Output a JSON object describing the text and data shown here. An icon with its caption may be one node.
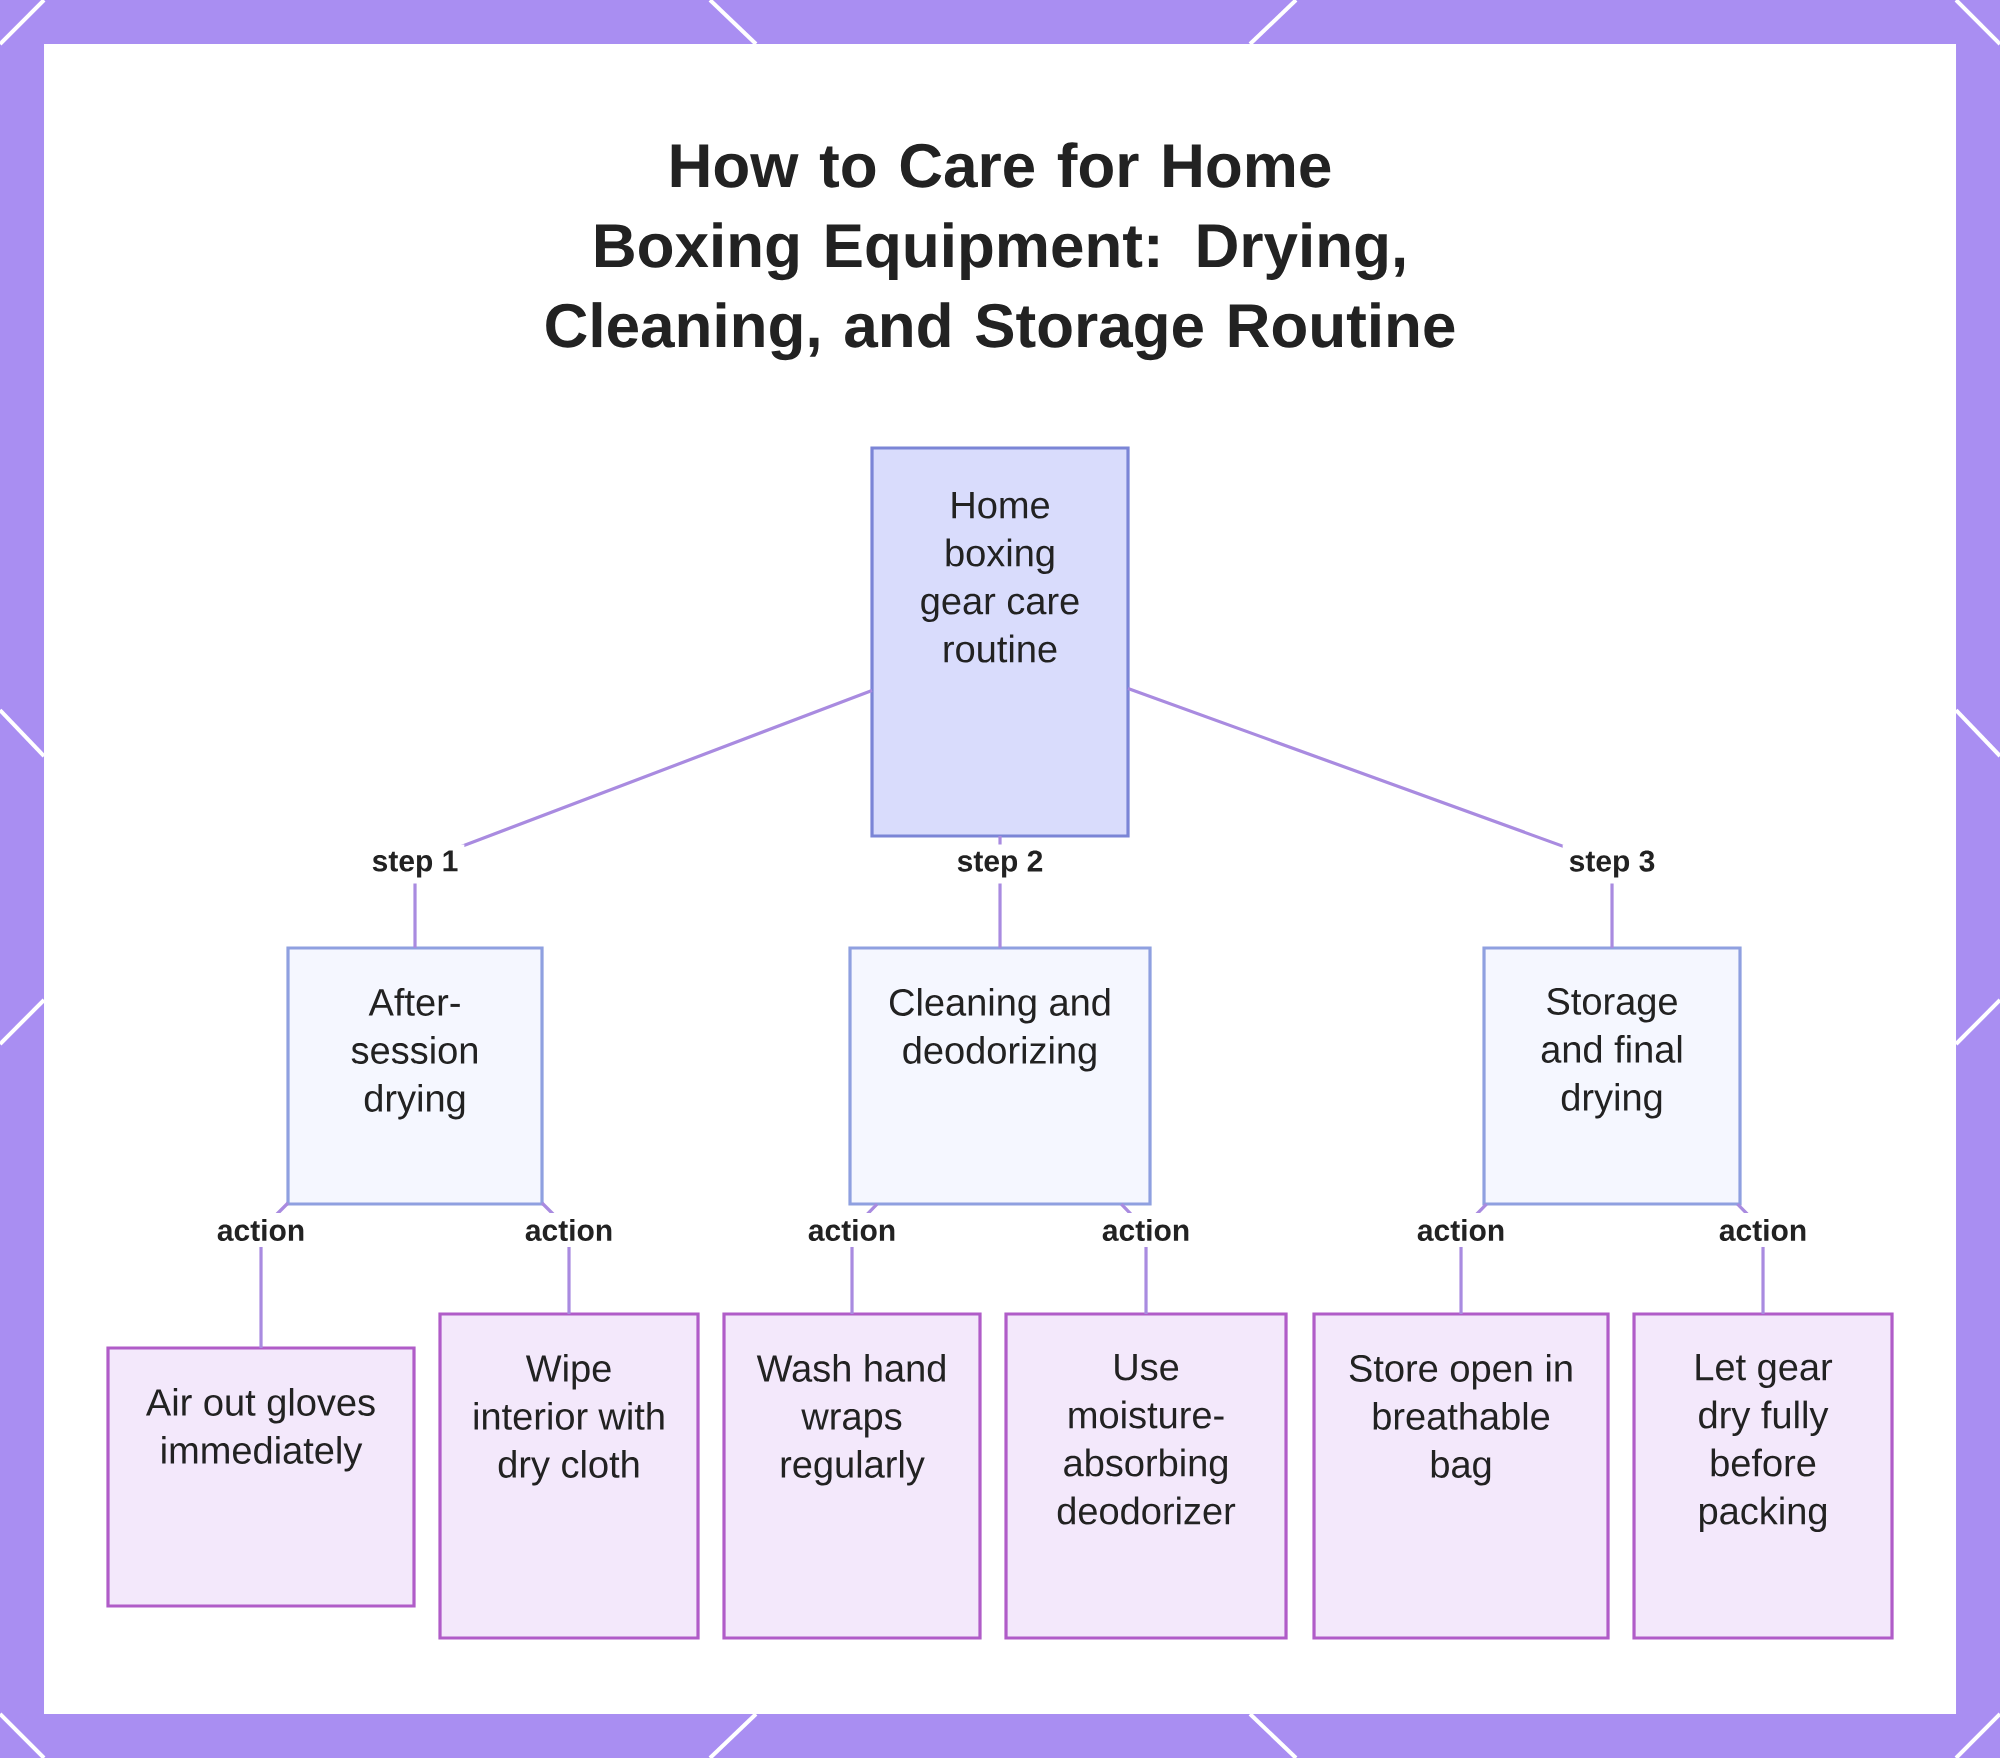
{
  "diagram": {
    "title": "How to Care for Home Boxing Equipment: Drying, Cleaning, and Storage Routine",
    "nodes": [
      {
        "text": [
          "Home boxing gear care routine"
        ]
      },
      {
        "text": [
          "After-session drying"
        ]
      },
      {
        "text": [
          "Cleaning and deodorizing"
        ]
      },
      {
        "text": [
          "Storage and final drying"
        ]
      },
      {
        "text": [
          "Air out gloves immediately"
        ]
      },
      {
        "text": [
          "Wipe interior with dry cloth"
        ]
      },
      {
        "text": [
          "Wash hand wraps regularly"
        ]
      },
      {
        "text": [
          "Use moisture-absorbing deodorizer"
        ]
      },
      {
        "text": [
          "Store open in breathable bag"
        ]
      },
      {
        "text": [
          "Let gear dry fully before packing"
        ]
      }
    ],
    "edges": [
      {
        "from": 0,
        "to": 1,
        "arrow": "none",
        "label": "step 1"
      },
      {
        "from": 0,
        "to": 2,
        "arrow": "none",
        "label": "step 2"
      },
      {
        "from": 0,
        "to": 3,
        "arrow": "none",
        "label": "step 3"
      },
      {
        "from": 1,
        "to": 4,
        "arrow": "none",
        "label": "action"
      },
      {
        "from": 1,
        "to": 5,
        "arrow": "none",
        "label": "action"
      },
      {
        "from": 2,
        "to": 6,
        "arrow": "none",
        "label": "action"
      },
      {
        "from": 2,
        "to": 7,
        "arrow": "none",
        "label": "action"
      },
      {
        "from": 3,
        "to": 8,
        "arrow": "none",
        "label": "action"
      },
      {
        "from": 3,
        "to": 9,
        "arrow": "none",
        "label": "action"
      }
    ]
  }
}
